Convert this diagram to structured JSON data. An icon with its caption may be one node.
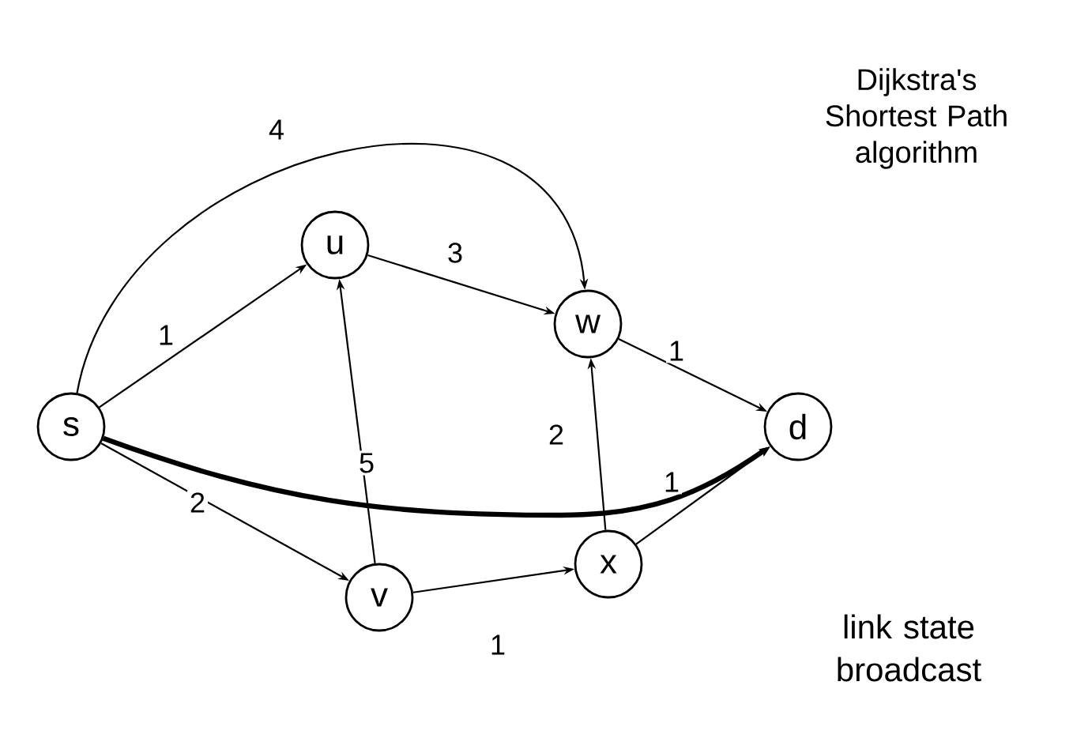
{
  "diagram": {
    "title": "Dijkstra's Shortest Path algorithm",
    "nodes": [
      {
        "text": [
          "s"
        ]
      },
      {
        "text": [
          "u"
        ]
      },
      {
        "text": [
          "w"
        ]
      },
      {
        "text": [
          "d"
        ]
      },
      {
        "text": [
          "v"
        ]
      },
      {
        "text": [
          "x"
        ]
      }
    ],
    "edges": [
      {
        "from": 0,
        "to": 1,
        "arrow": "to",
        "label": "1"
      },
      {
        "from": 0,
        "to": 2,
        "arrow": "to",
        "label": "4"
      },
      {
        "from": 1,
        "to": 2,
        "arrow": "to",
        "label": "3"
      },
      {
        "from": 0,
        "to": 4,
        "arrow": "to",
        "label": "2"
      },
      {
        "from": 4,
        "to": 1,
        "arrow": "to",
        "label": "5"
      },
      {
        "from": 2,
        "to": 3,
        "arrow": "to",
        "label": "1"
      },
      {
        "from": 5,
        "to": 2,
        "arrow": "to",
        "label": "2"
      },
      {
        "from": 4,
        "to": 5,
        "arrow": "to",
        "label": "1"
      },
      {
        "from": 5,
        "to": 3,
        "arrow": "to",
        "label": "1"
      },
      {
        "from": 0,
        "to": 3,
        "arrow": "to",
        "style": "thick"
      }
    ],
    "labels": [
      "link state broadcast"
    ]
  }
}
